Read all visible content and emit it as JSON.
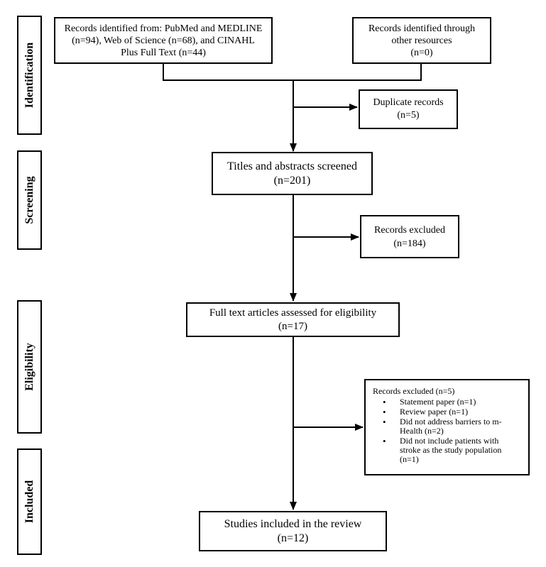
{
  "stages": {
    "identification": "Identification",
    "screening": "Screening",
    "eligibility": "Eligibility",
    "included": "Included"
  },
  "identified_db": {
    "line1": "Records identified from: PubMed and MEDLINE",
    "line2": "(n=94), Web of Science (n=68), and CINAHL",
    "line3": "Plus Full Text (n=44)"
  },
  "identified_other": {
    "line1": "Records identified through",
    "line2": "other resources",
    "line3": "(n=0)"
  },
  "duplicates": {
    "label": "Duplicate records",
    "count": "(n=5)"
  },
  "screened": {
    "label": "Titles and abstracts screened",
    "count": "(n=201)"
  },
  "excluded_screening": {
    "label": "Records excluded",
    "count": "(n=184)"
  },
  "fulltext": {
    "label": "Full text articles assessed for eligibility",
    "count": "(n=17)"
  },
  "excluded_fulltext": {
    "title": "Records excluded (n=5)",
    "items": [
      "Statement paper (n=1)",
      "Review paper (n=1)",
      "Did not address barriers to m-Health (n=2)",
      "Did not include patients with stroke as the study population (n=1)"
    ]
  },
  "included": {
    "label": "Studies included in the review",
    "count": "(n=12)"
  },
  "colors": {
    "line": "#000000",
    "background": "#ffffff"
  }
}
